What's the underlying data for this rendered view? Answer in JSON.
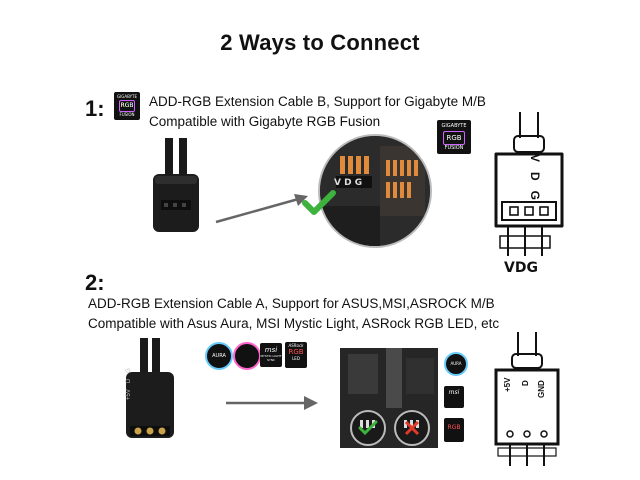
{
  "title": "2 Ways to Connect",
  "section1": {
    "number": "1:",
    "line1": "ADD-RGB Extension Cable B, Support for Gigabyte M/B",
    "line2": "Compatible with Gigabyte RGB Fusion",
    "logo_brand": "GIGABYTE",
    "logo_text": "RGB",
    "logo_subtext": "FUSION",
    "header_labels": [
      "V",
      "D",
      "G"
    ],
    "pin_label": "VDG",
    "board_header_text": "V D G"
  },
  "section2": {
    "number": "2:",
    "line1": "ADD-RGB Extension Cable A, Support for ASUS,MSI,ASROCK M/B",
    "line2": "Compatible with Asus Aura, MSI Mystic Light, ASRock RGB LED, etc",
    "logo_aura": "AURA",
    "logo_msi": "msi",
    "logo_msi_sub": "MYSTIC LIGHT SYNC",
    "logo_asrock": "ASRock",
    "logo_asrock_rgb": "RGB",
    "logo_asrock_led": "LED",
    "header_labels": [
      "+5V",
      "D",
      "GND"
    ],
    "plug_labels": [
      "+5V",
      "D",
      "G"
    ]
  },
  "colors": {
    "check": "#3db33d",
    "cross": "#e23a2a",
    "header_orange": "#e08a3c",
    "arrow": "#666666"
  }
}
